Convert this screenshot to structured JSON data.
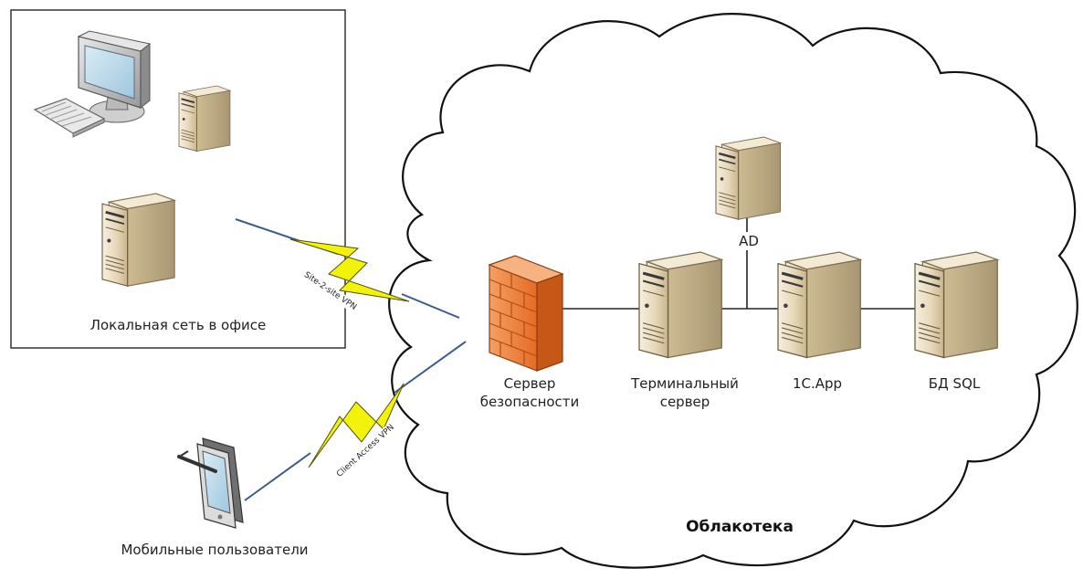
{
  "office": {
    "label": "Локальная сеть в офисе"
  },
  "mobile": {
    "label": "Мобильные пользователи"
  },
  "cloud": {
    "label": "Облакотека"
  },
  "vpn": {
    "site_to_site": "Site-2-site VPN",
    "client_access": "Client Access VPN"
  },
  "nodes": {
    "firewall": {
      "line1": "Сервер",
      "line2": "безопасности"
    },
    "terminal": {
      "line1": "Терминальный",
      "line2": "сервер"
    },
    "app": {
      "label": "1С.App"
    },
    "db": {
      "label": "БД SQL"
    },
    "ad": {
      "label": "AD"
    }
  },
  "colors": {
    "bolt_fill": "#f2f20a",
    "vpn_line": "#3b5b8c",
    "firewall": "#e8772e",
    "server_body": "#e9dcc0",
    "cloud_stroke": "#111111"
  }
}
